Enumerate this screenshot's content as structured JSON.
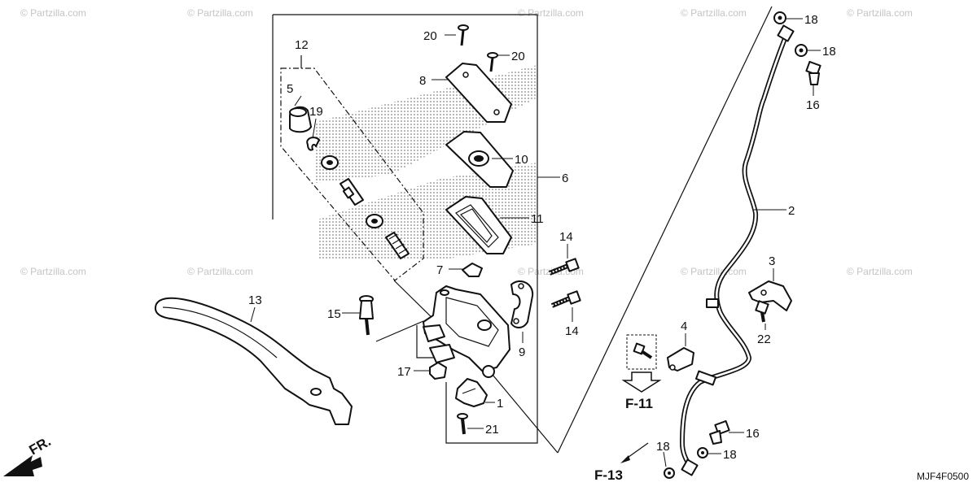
{
  "watermark": "© Partzilla.com",
  "diagram_code": "MJF4F0500",
  "front_marker": "FR.",
  "references": {
    "f11": "F-11",
    "f13": "F-13"
  },
  "callouts": {
    "c1": "1",
    "c2": "2",
    "c3": "3",
    "c4": "4",
    "c5": "5",
    "c6": "6",
    "c7": "7",
    "c8": "8",
    "c9": "9",
    "c10": "10",
    "c11": "11",
    "c12": "12",
    "c13": "13",
    "c14a": "14",
    "c14b": "14",
    "c15": "15",
    "c16a": "16",
    "c16b": "16",
    "c17": "17",
    "c18a": "18",
    "c18b": "18",
    "c18c": "18",
    "c18d": "18",
    "c19": "19",
    "c20a": "20",
    "c20b": "20",
    "c21": "21",
    "c22": "22"
  }
}
